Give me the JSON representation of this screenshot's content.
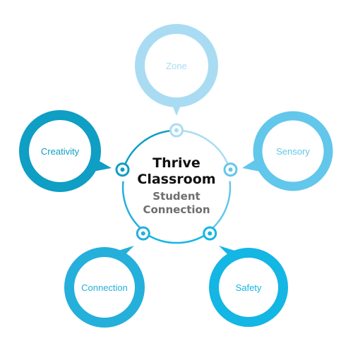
{
  "center": {
    "title_line1": "Thrive",
    "title_line2": "Classroom",
    "subtitle_line1": "Student",
    "subtitle_line2": "Connection"
  },
  "nodes": [
    {
      "id": "zone",
      "label": "Zone",
      "color": "#a9dcf2"
    },
    {
      "id": "sensory",
      "label": "Sensory",
      "color": "#62c7ea"
    },
    {
      "id": "safety",
      "label": "Safety",
      "color": "#14b6e3"
    },
    {
      "id": "connection",
      "label": "Connection",
      "color": "#25afdb"
    },
    {
      "id": "creativity",
      "label": "Creativity",
      "color": "#0f9ec4"
    }
  ],
  "colors": {
    "title": "#111111",
    "subtitle": "#6e6e6e",
    "background": "#ffffff"
  }
}
